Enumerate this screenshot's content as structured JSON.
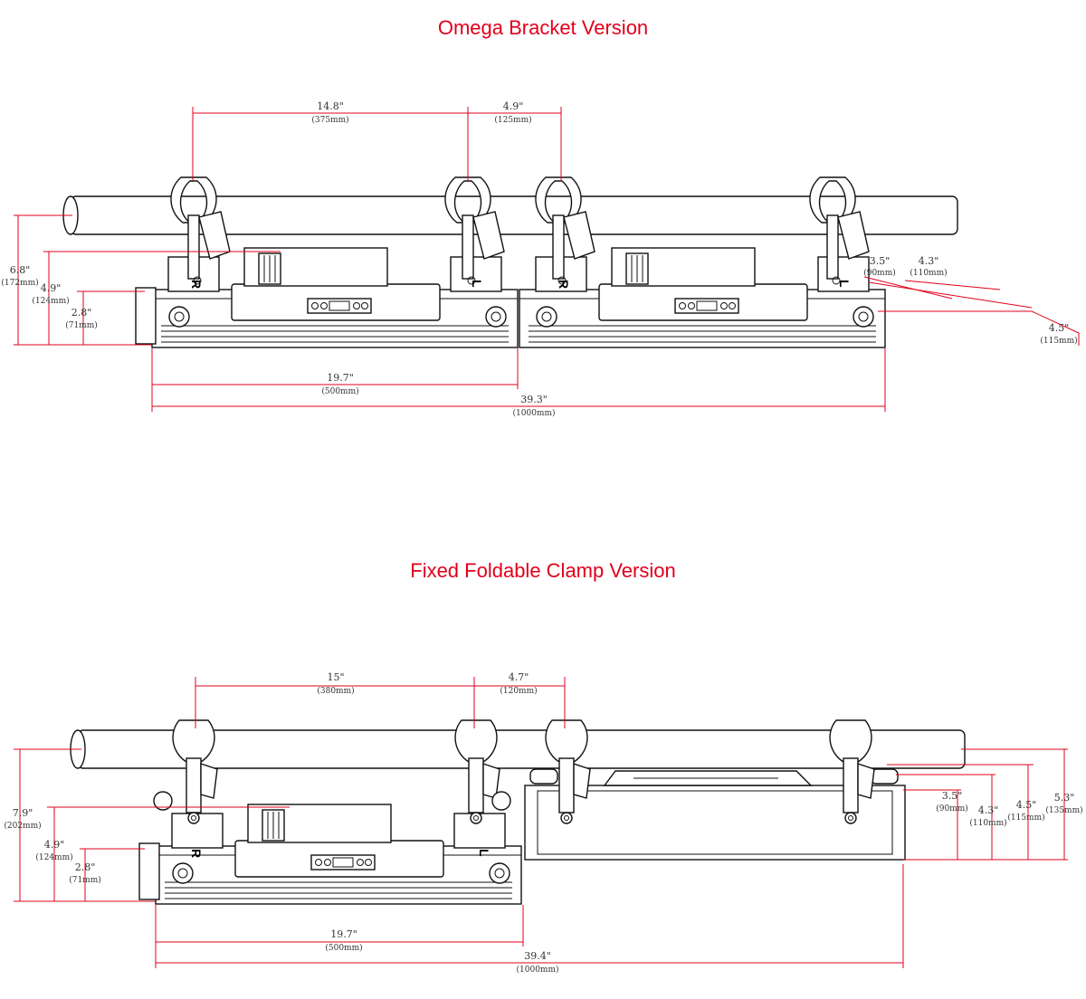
{
  "titles": {
    "omega": "Omega Bracket Version",
    "fixed": "Fixed Foldable Clamp Version"
  },
  "colors": {
    "title": "#e0001b",
    "dimension_line": "#e0001b",
    "ink": "#111111"
  },
  "omega": {
    "clamp_spacing": {
      "in": "14.8\"",
      "mm": "(375mm)"
    },
    "clamp_offset": {
      "in": "4.9\"",
      "mm": "(125mm)"
    },
    "height_pipe": {
      "in": "6.8\"",
      "mm": "(172mm)"
    },
    "height_mid": {
      "in": "4.9\"",
      "mm": "(124mm)"
    },
    "height_low": {
      "in": "2.8\"",
      "mm": "(71mm)"
    },
    "width_single": {
      "in": "19.7\"",
      "mm": "(500mm)"
    },
    "width_total": {
      "in": "39.3\"",
      "mm": "(1000mm)"
    },
    "right_a": {
      "in": "3.5\"",
      "mm": "(90mm)"
    },
    "right_b": {
      "in": "4.3\"",
      "mm": "(110mm)"
    },
    "right_c": {
      "in": "4.5\"",
      "mm": "(115mm)"
    },
    "bracket_labels": [
      "R",
      "L",
      "R",
      "L"
    ]
  },
  "fixed": {
    "clamp_spacing": {
      "in": "15\"",
      "mm": "(380mm)"
    },
    "clamp_offset": {
      "in": "4.7\"",
      "mm": "(120mm)"
    },
    "height_pipe": {
      "in": "7.9\"",
      "mm": "(202mm)"
    },
    "height_mid": {
      "in": "4.9\"",
      "mm": "(124mm)"
    },
    "height_low": {
      "in": "2.8\"",
      "mm": "(71mm)"
    },
    "width_single": {
      "in": "19.7\"",
      "mm": "(500mm)"
    },
    "width_total": {
      "in": "39.4\"",
      "mm": "(1000mm)"
    },
    "right_a": {
      "in": "3.5\"",
      "mm": "(90mm)"
    },
    "right_b": {
      "in": "4.3\"",
      "mm": "(110mm)"
    },
    "right_c": {
      "in": "4.5\"",
      "mm": "(115mm)"
    },
    "right_d": {
      "in": "5.3\"",
      "mm": "(135mm)"
    },
    "bracket_labels": [
      "R",
      "L"
    ]
  }
}
